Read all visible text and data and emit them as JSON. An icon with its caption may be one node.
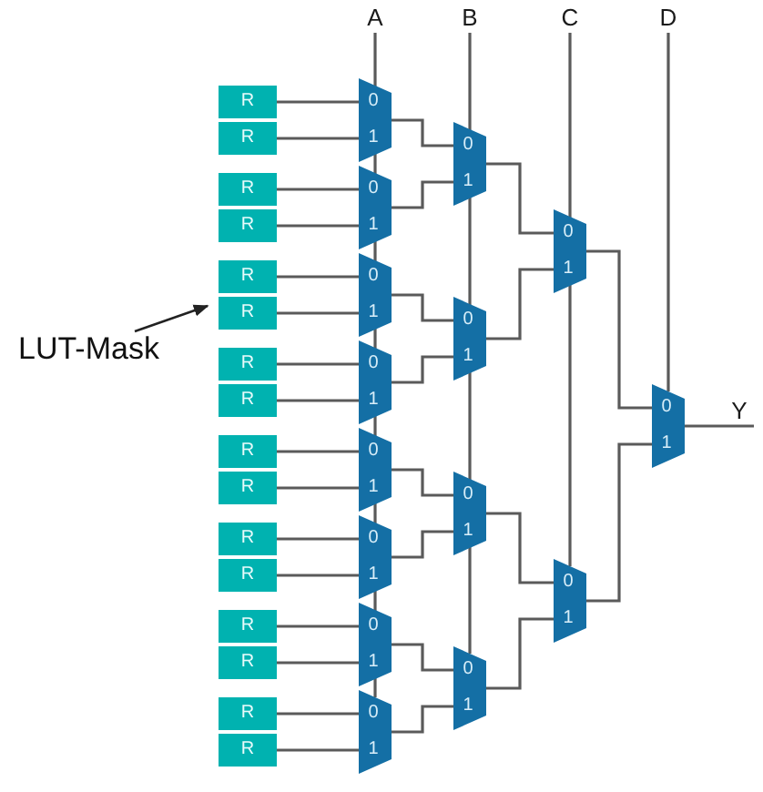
{
  "diagram": {
    "nodes": [
      {
        "text": [
          "A"
        ]
      },
      {
        "text": [
          "B"
        ]
      },
      {
        "text": [
          "C"
        ]
      },
      {
        "text": [
          "D"
        ]
      },
      {
        "text": [
          "R"
        ]
      },
      {
        "text": [
          "R"
        ]
      },
      {
        "text": [
          "R"
        ]
      },
      {
        "text": [
          "R"
        ]
      },
      {
        "text": [
          "R"
        ]
      },
      {
        "text": [
          "R"
        ]
      },
      {
        "text": [
          "R"
        ]
      },
      {
        "text": [
          "R"
        ]
      },
      {
        "text": [
          "R"
        ]
      },
      {
        "text": [
          "R"
        ]
      },
      {
        "text": [
          "R"
        ]
      },
      {
        "text": [
          "R"
        ]
      },
      {
        "text": [
          "R"
        ]
      },
      {
        "text": [
          "R"
        ]
      },
      {
        "text": [
          "R"
        ]
      },
      {
        "text": [
          "R"
        ]
      },
      {
        "text": [
          "0",
          "1"
        ]
      },
      {
        "text": [
          "0",
          "1"
        ]
      },
      {
        "text": [
          "0",
          "1"
        ]
      },
      {
        "text": [
          "0",
          "1"
        ]
      },
      {
        "text": [
          "0",
          "1"
        ]
      },
      {
        "text": [
          "0",
          "1"
        ]
      },
      {
        "text": [
          "0",
          "1"
        ]
      },
      {
        "text": [
          "0",
          "1"
        ]
      },
      {
        "text": [
          "0",
          "1"
        ]
      },
      {
        "text": [
          "0",
          "1"
        ]
      },
      {
        "text": [
          "0",
          "1"
        ]
      },
      {
        "text": [
          "0",
          "1"
        ]
      },
      {
        "text": [
          "0",
          "1"
        ]
      },
      {
        "text": [
          "0",
          "1"
        ]
      },
      {
        "text": [
          "0",
          "1"
        ]
      },
      {
        "text": [
          "Y"
        ]
      },
      {
        "text": [
          "LUT-Mask"
        ]
      }
    ],
    "edges": [
      {
        "from": 0,
        "to": 20,
        "arrow": "none"
      },
      {
        "from": 0,
        "to": 21,
        "arrow": "none"
      },
      {
        "from": 0,
        "to": 22,
        "arrow": "none"
      },
      {
        "from": 0,
        "to": 23,
        "arrow": "none"
      },
      {
        "from": 0,
        "to": 24,
        "arrow": "none"
      },
      {
        "from": 0,
        "to": 25,
        "arrow": "none"
      },
      {
        "from": 0,
        "to": 26,
        "arrow": "none"
      },
      {
        "from": 0,
        "to": 27,
        "arrow": "none"
      },
      {
        "from": 1,
        "to": 28,
        "arrow": "none"
      },
      {
        "from": 1,
        "to": 29,
        "arrow": "none"
      },
      {
        "from": 1,
        "to": 30,
        "arrow": "none"
      },
      {
        "from": 1,
        "to": 31,
        "arrow": "none"
      },
      {
        "from": 2,
        "to": 32,
        "arrow": "none"
      },
      {
        "from": 2,
        "to": 33,
        "arrow": "none"
      },
      {
        "from": 3,
        "to": 34,
        "arrow": "none"
      },
      {
        "from": 4,
        "to": 20,
        "arrow": "none"
      },
      {
        "from": 5,
        "to": 20,
        "arrow": "none"
      },
      {
        "from": 6,
        "to": 21,
        "arrow": "none"
      },
      {
        "from": 7,
        "to": 21,
        "arrow": "none"
      },
      {
        "from": 8,
        "to": 22,
        "arrow": "none"
      },
      {
        "from": 9,
        "to": 22,
        "arrow": "none"
      },
      {
        "from": 10,
        "to": 23,
        "arrow": "none"
      },
      {
        "from": 11,
        "to": 23,
        "arrow": "none"
      },
      {
        "from": 12,
        "to": 24,
        "arrow": "none"
      },
      {
        "from": 13,
        "to": 24,
        "arrow": "none"
      },
      {
        "from": 14,
        "to": 25,
        "arrow": "none"
      },
      {
        "from": 15,
        "to": 25,
        "arrow": "none"
      },
      {
        "from": 16,
        "to": 26,
        "arrow": "none"
      },
      {
        "from": 17,
        "to": 26,
        "arrow": "none"
      },
      {
        "from": 18,
        "to": 27,
        "arrow": "none"
      },
      {
        "from": 19,
        "to": 27,
        "arrow": "none"
      },
      {
        "from": 20,
        "to": 28,
        "arrow": "none"
      },
      {
        "from": 21,
        "to": 28,
        "arrow": "none"
      },
      {
        "from": 22,
        "to": 29,
        "arrow": "none"
      },
      {
        "from": 23,
        "to": 29,
        "arrow": "none"
      },
      {
        "from": 24,
        "to": 30,
        "arrow": "none"
      },
      {
        "from": 25,
        "to": 30,
        "arrow": "none"
      },
      {
        "from": 26,
        "to": 31,
        "arrow": "none"
      },
      {
        "from": 27,
        "to": 31,
        "arrow": "none"
      },
      {
        "from": 28,
        "to": 32,
        "arrow": "none"
      },
      {
        "from": 29,
        "to": 32,
        "arrow": "none"
      },
      {
        "from": 30,
        "to": 33,
        "arrow": "none"
      },
      {
        "from": 31,
        "to": 33,
        "arrow": "none"
      },
      {
        "from": 32,
        "to": 34,
        "arrow": "none"
      },
      {
        "from": 33,
        "to": 34,
        "arrow": "none"
      },
      {
        "from": 34,
        "to": 35,
        "arrow": "none"
      },
      {
        "from": 36,
        "to": 9,
        "arrow": "to"
      }
    ]
  }
}
